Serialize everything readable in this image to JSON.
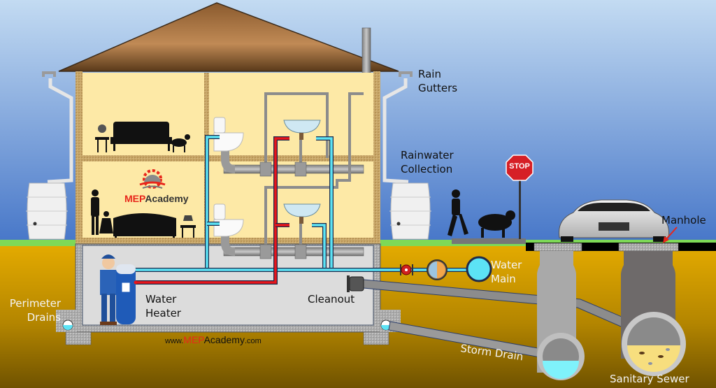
{
  "title": "Residential plumbing system cross-section",
  "logo": {
    "brand_red": "MEP",
    "brand_dark": "Academy"
  },
  "website": {
    "prefix": "www.",
    "brand_red": "MEP",
    "brand_dark": "Academy",
    "suffix": ".com"
  },
  "labels": {
    "rain_gutters": [
      "Rain",
      "Gutters"
    ],
    "rainwater_collection": [
      "Rainwater",
      "Collection"
    ],
    "perimeter_drains": [
      "Perimeter",
      "Drains"
    ],
    "water_heater": [
      "Water",
      "Heater"
    ],
    "cleanout": "Cleanout",
    "water_main": [
      "Water",
      "Main"
    ],
    "manhole": "Manhole",
    "storm_drain": "Storm Drain",
    "sanitary_sewer": "Sanitary Sewer"
  },
  "sign": {
    "text": "STOP"
  },
  "colors": {
    "sky_top": "#b8d3ee",
    "sky_bottom": "#4a78c9",
    "soil_top": "#e0a800",
    "soil_bottom": "#7a5a00",
    "grass": "#7ed957",
    "interior": "#fde9a6",
    "basement": "#dcdcdc",
    "cold_water": "#5ce3f5",
    "hot_water": "#e8151b",
    "drain_pipe": "#9a9a9a",
    "roof": "#9b6a3c",
    "accent_red": "#e8261b"
  }
}
